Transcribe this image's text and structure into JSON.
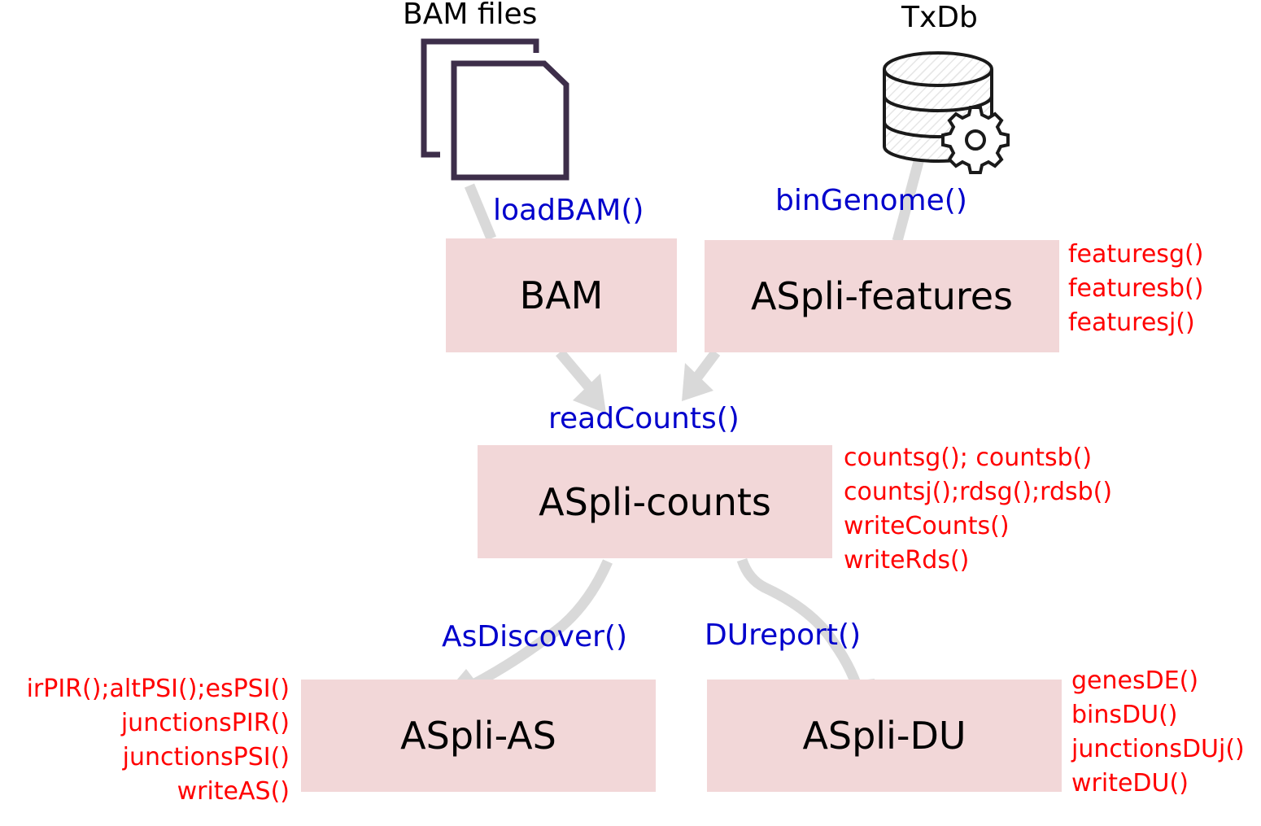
{
  "sources": {
    "bam_files": "BAM files",
    "txdb": "TxDb"
  },
  "functions": {
    "loadBAM": "loadBAM()",
    "binGenome": "binGenome()",
    "readCounts": "readCounts()",
    "asDiscover": "AsDiscover()",
    "duReport": "DUreport()"
  },
  "boxes": {
    "bam": "BAM",
    "features": "ASpli-features",
    "counts": "ASpli-counts",
    "as": "ASpli-AS",
    "du": "ASpli-DU"
  },
  "accessors": {
    "features": [
      "featuresg()",
      "featuresb()",
      "featuresj()"
    ],
    "counts": [
      "countsg(); countsb()",
      "countsj();rdsg();rdsb()",
      "writeCounts()",
      "writeRds()"
    ],
    "as": [
      "irPIR();altPSI();esPSI()",
      "junctionsPIR()",
      "junctionsPSI()",
      "writeAS()"
    ],
    "du": [
      "genesDE()",
      "binsDU()",
      "junctionsDUj()",
      "writeDU()"
    ]
  },
  "colors": {
    "box_fill": "#f2d7d8",
    "function_text": "#0000cc",
    "accessor_text": "#ff0000",
    "arrow": "#d9d9d9",
    "file_icon": "#3d2e4a"
  },
  "icons": {
    "bam_files": "document-stack-icon",
    "txdb": "database-gear-icon"
  }
}
